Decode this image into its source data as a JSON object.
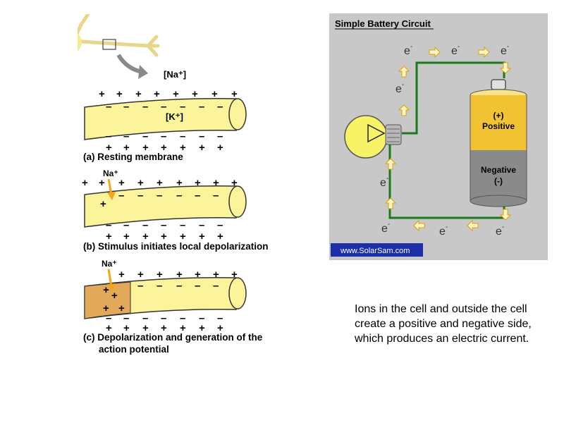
{
  "neuron_figure": {
    "top_membrane_label": "[Na⁺]",
    "inner_label": "[K⁺]",
    "panel_a": "(a) Resting membrane",
    "panel_b": "(b) Stimulus initiates local depolarization",
    "panel_c_line1": "(c) Depolarization and generation of the",
    "panel_c_line2": "action potential",
    "na_label": "Na⁺",
    "plus": "+",
    "minus": "–"
  },
  "battery_figure": {
    "title": "Simple Battery Circuit",
    "electron": "e",
    "electron_sup": "-",
    "positive_sign": "(+)",
    "positive_word": "Positive",
    "negative_word": "Negative",
    "negative_sign": "(-)",
    "credit": "www.SolarSam.com"
  },
  "caption": "Ions in the cell and outside the cell create a positive and negative side, which produces an electric current.",
  "colors": {
    "membrane": "#fbf49a",
    "depolarized": "#e2a95a",
    "wire": "#1a7a1a",
    "battery_top": "#f1c232",
    "battery_bottom": "#8a8a8a",
    "arrow": "#f3a51c",
    "credit_bg": "#1c2fa8"
  }
}
